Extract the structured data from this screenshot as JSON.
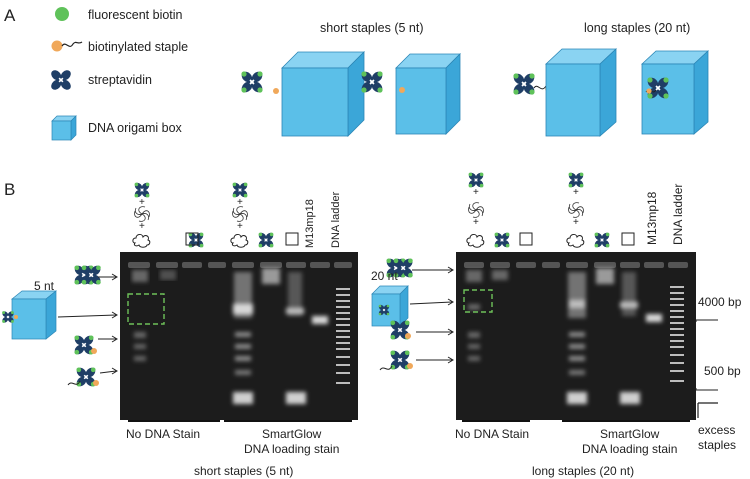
{
  "panel_a": {
    "letter": "A",
    "legend": [
      {
        "icon": "fluorescent-biotin-icon",
        "label": "fluorescent biotin"
      },
      {
        "icon": "biotinylated-staple-icon",
        "label": "biotinylated staple"
      },
      {
        "icon": "streptavidin-icon",
        "label": "streptavidin"
      },
      {
        "icon": "dna-origami-box-icon",
        "label": "DNA origami box"
      }
    ],
    "short_title": "short staples (5 nt)",
    "long_title": "long staples (20 nt)"
  },
  "panel_b": {
    "letter": "B",
    "lane_labels": [
      "M13mp18",
      "DNA ladder"
    ],
    "plus": "+",
    "left": {
      "nt_label": "5 nt",
      "group1": "No DNA Stain",
      "group2_line1": "SmartGlow",
      "group2_line2": "DNA loading stain",
      "caption": "short staples (5 nt)"
    },
    "right": {
      "nt_label": "20 nt",
      "group1": "No DNA Stain",
      "group2_line1": "SmartGlow",
      "group2_line2": "DNA loading stain",
      "caption": "long staples (20 nt)"
    },
    "markers": {
      "bp4000": "4000 bp",
      "bp500": "500 bp",
      "excess_line1": "excess",
      "excess_line2": "staples"
    }
  },
  "colors": {
    "streptavidin": "#1f3e66",
    "biotin_green": "#5fc25a",
    "staple_orange": "#f0a85a",
    "box_blue": "#5bbfe8",
    "box_edge": "#2b86b6",
    "gel_bg": "#1c1c1c",
    "dashed_green": "#6ec25a"
  }
}
